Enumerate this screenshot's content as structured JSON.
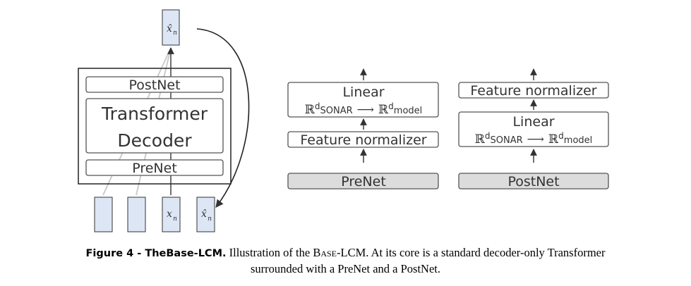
{
  "left": {
    "top_token": "x̂",
    "top_token_sub": "n",
    "postnet_label": "PostNet",
    "transformer_line1": "Transformer",
    "transformer_line2": "Decoder",
    "prenet_label": "PreNet",
    "input_token": "x",
    "input_token_sub": "n",
    "feedback_token": "x̂",
    "feedback_token_sub": "n"
  },
  "prenet_detail": {
    "linear_label": "Linear",
    "map_from": "ℝ",
    "map_from_sup": "d",
    "map_from_sub": "SONAR",
    "arrow": "⟶",
    "map_to": "ℝ",
    "map_to_sup": "d",
    "map_to_sub": "model",
    "normalizer_label": "Feature normalizer",
    "title": "PreNet"
  },
  "postnet_detail": {
    "normalizer_label": "Feature normalizer",
    "linear_label": "Linear",
    "map_from": "ℝ",
    "map_from_sup": "d",
    "map_from_sub": "SONAR",
    "arrow": "⟶",
    "map_to": "ℝ",
    "map_to_sup": "d",
    "map_to_sub": "model",
    "title": "PostNet"
  },
  "caption": {
    "label": "Figure 4",
    "separator": " - ",
    "title": "TheBase-LCM.",
    "text_before": " Illustration of the ",
    "model_name": "Base-LCM",
    "text_after_line1": ". At its core is a standard decoder-only Transformer",
    "line2": "surrounded with a PreNet and a PostNet."
  },
  "colors": {
    "token_fill": "#dde6f4",
    "gray_box_fill": "#dcdcdc",
    "stroke": "#333333",
    "light_line": "#cccccc"
  }
}
